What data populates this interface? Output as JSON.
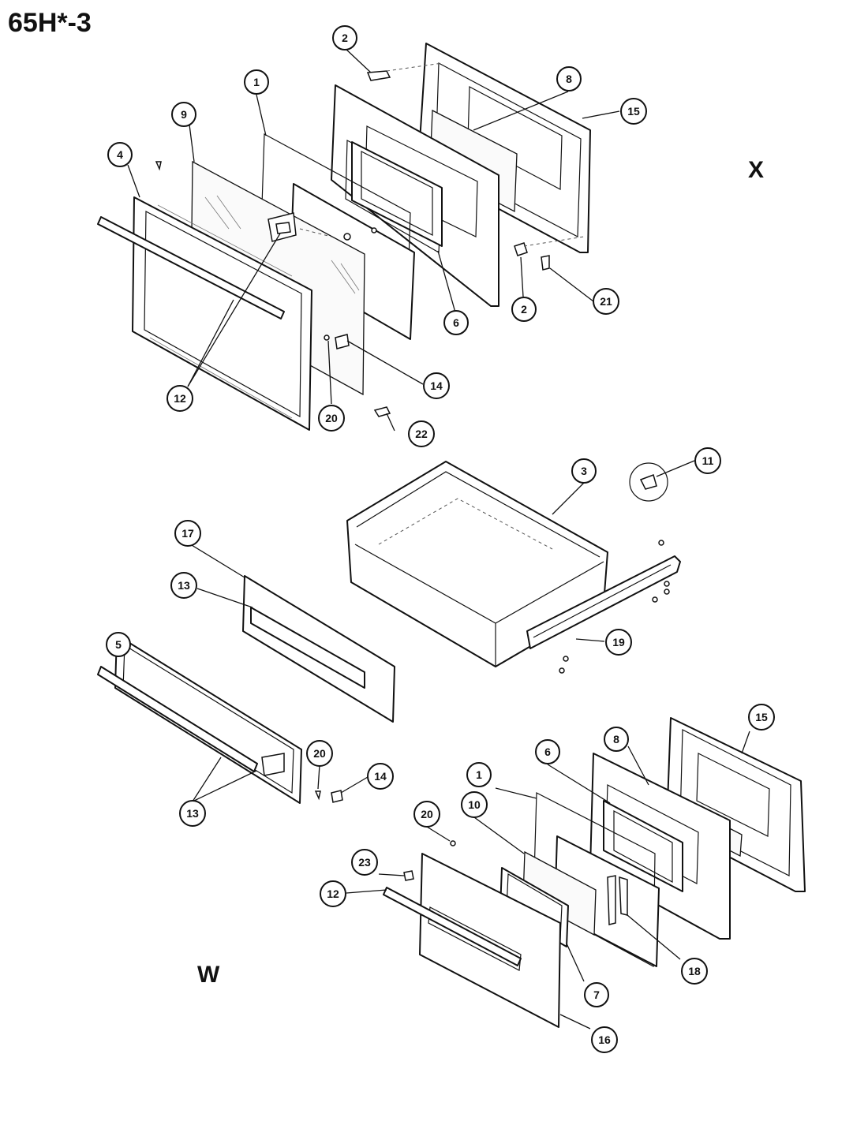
{
  "diagram": {
    "title": "65H*-3",
    "sections": {
      "upper": "X",
      "lower": "W"
    },
    "callouts": [
      {
        "id": "c2a",
        "label": "2"
      },
      {
        "id": "c1a",
        "label": "1"
      },
      {
        "id": "c8a",
        "label": "8"
      },
      {
        "id": "c15a",
        "label": "15"
      },
      {
        "id": "c9",
        "label": "9"
      },
      {
        "id": "c4",
        "label": "4"
      },
      {
        "id": "c6a",
        "label": "6"
      },
      {
        "id": "c2b",
        "label": "2"
      },
      {
        "id": "c21",
        "label": "21"
      },
      {
        "id": "c14a",
        "label": "14"
      },
      {
        "id": "c12a",
        "label": "12"
      },
      {
        "id": "c20a",
        "label": "20"
      },
      {
        "id": "c22",
        "label": "22"
      },
      {
        "id": "c3",
        "label": "3"
      },
      {
        "id": "c11",
        "label": "11"
      },
      {
        "id": "c17",
        "label": "17"
      },
      {
        "id": "c13a",
        "label": "13"
      },
      {
        "id": "c5",
        "label": "5"
      },
      {
        "id": "c19",
        "label": "19"
      },
      {
        "id": "c20b",
        "label": "20"
      },
      {
        "id": "c14b",
        "label": "14"
      },
      {
        "id": "c13b",
        "label": "13"
      },
      {
        "id": "c15b",
        "label": "15"
      },
      {
        "id": "c8b",
        "label": "8"
      },
      {
        "id": "c6b",
        "label": "6"
      },
      {
        "id": "c1b",
        "label": "1"
      },
      {
        "id": "c10",
        "label": "10"
      },
      {
        "id": "c20c",
        "label": "20"
      },
      {
        "id": "c23",
        "label": "23"
      },
      {
        "id": "c12b",
        "label": "12"
      },
      {
        "id": "c18",
        "label": "18"
      },
      {
        "id": "c7",
        "label": "7"
      },
      {
        "id": "c16",
        "label": "16"
      }
    ]
  }
}
